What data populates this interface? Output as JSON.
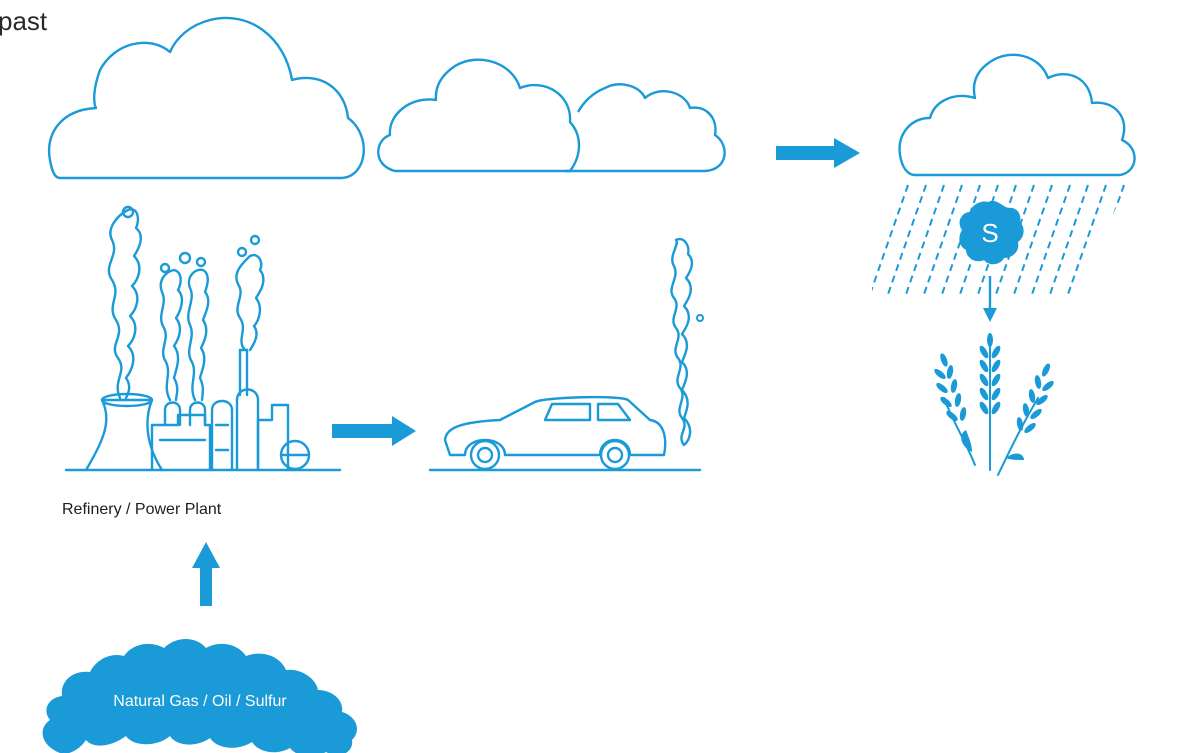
{
  "title": "past",
  "labels": {
    "refinery": "Refinery / Power Plant",
    "source": "Natural Gas / Oil / Sulfur",
    "sulfur_symbol": "S"
  },
  "icons": [
    "cloud-icon",
    "refinery-power-plant-icon",
    "car-icon",
    "exhaust-smoke-icon",
    "acid-rain-icon",
    "sulfur-particle-icon",
    "wheat-crop-icon",
    "source-cloud-icon"
  ],
  "colors": {
    "primary": "#1a9ad7",
    "text": "#1e1e1e",
    "background": "#ffffff"
  }
}
